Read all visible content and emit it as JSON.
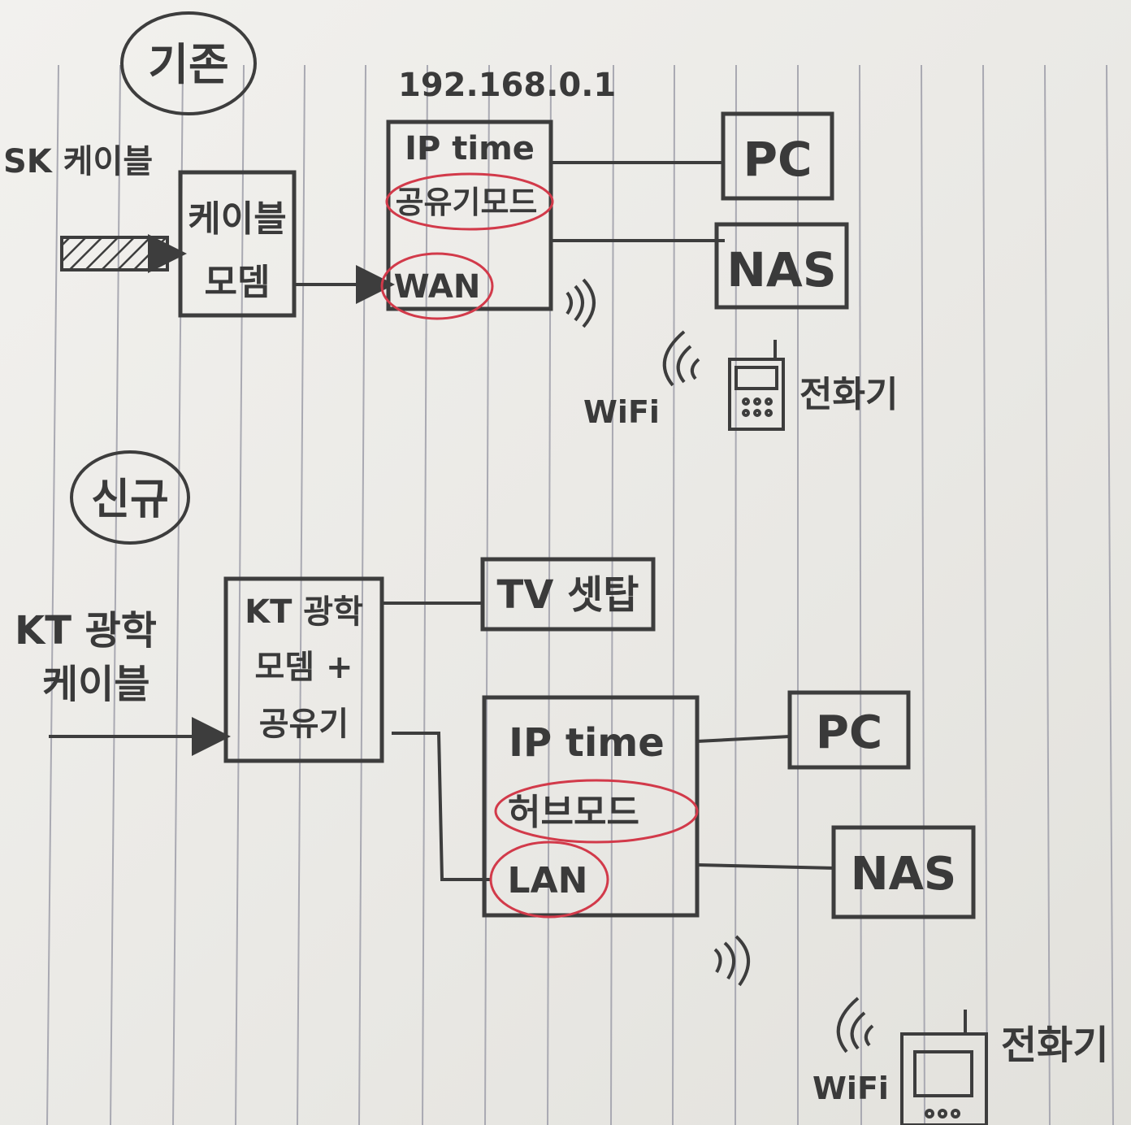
{
  "colors": {
    "pencil": "#3d3d3d",
    "red_pen": "#d23a4a",
    "rule_line": "#a9a9b2",
    "paper": "#eeede9"
  },
  "existing": {
    "title": "기존",
    "ip_label": "192.168.0.1",
    "source_label": "SK 케이블",
    "modem_line1": "케이블",
    "modem_line2": "모뎀",
    "router_title": "IP time",
    "router_mode": "공유기모드",
    "router_port": "WAN",
    "pc": "PC",
    "nas": "NAS",
    "wifi": "WiFi",
    "phone": "전화기"
  },
  "new": {
    "title": "신규",
    "source_line1": "KT 광학",
    "source_line2": "케이블",
    "modem_line1": "KT 광학",
    "modem_line2": "모뎀 +",
    "modem_line3": "공유기",
    "settop": "TV 셋탑",
    "router_title": "IP time",
    "router_mode": "허브모드",
    "router_port": "LAN",
    "pc": "PC",
    "nas": "NAS",
    "wifi": "WiFi",
    "phone": "전화기"
  }
}
